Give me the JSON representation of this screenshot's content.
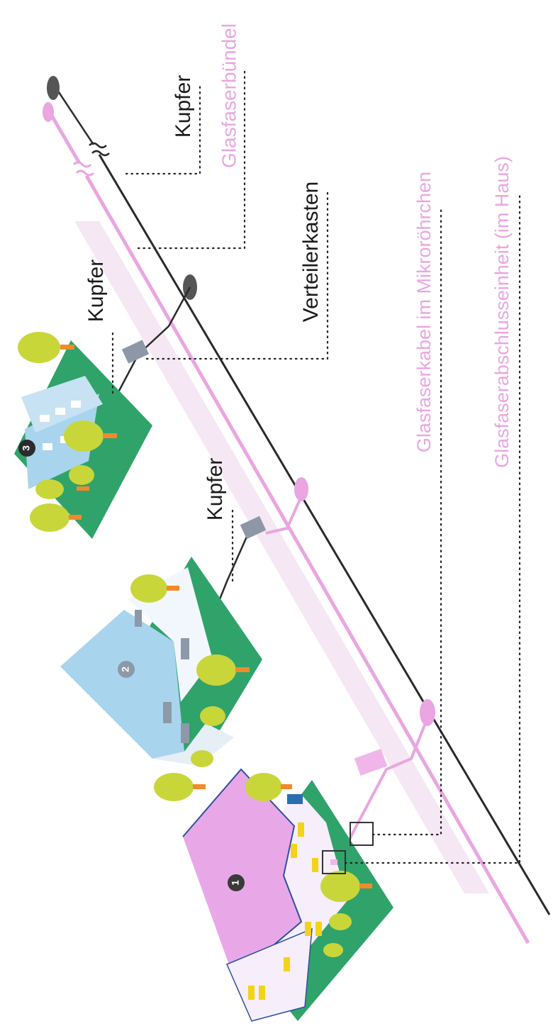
{
  "labels": {
    "kupfer_top": "Kupfer",
    "glasfaserbuendel": "Glasfaserbündel",
    "verteilerkasten": "Verteilerkasten",
    "glasfaserkabel": "Glasfaserkabel im Mikroröhrchen",
    "glasfaserabschluss": "Glasfaserabschlusseinheit (im Haus)",
    "kupfer_house3": "Kupfer",
    "kupfer_house2": "Kupfer"
  },
  "houses": [
    {
      "number": "1",
      "roof_color": "#e8a8e8"
    },
    {
      "number": "2",
      "roof_color": "#a9d4ee"
    },
    {
      "number": "3",
      "roof_color": "#a9d4ee"
    }
  ],
  "colors": {
    "copper_line": "#2a2a2a",
    "fiber_line": "#e9a6e0",
    "ground": "#2fa36a",
    "tree_crown": "#c9d63a",
    "tree_trunk": "#f08a2a",
    "window": "#f3d21a",
    "box_grey": "#8e97a8",
    "box_pink": "#f0b6ea"
  }
}
